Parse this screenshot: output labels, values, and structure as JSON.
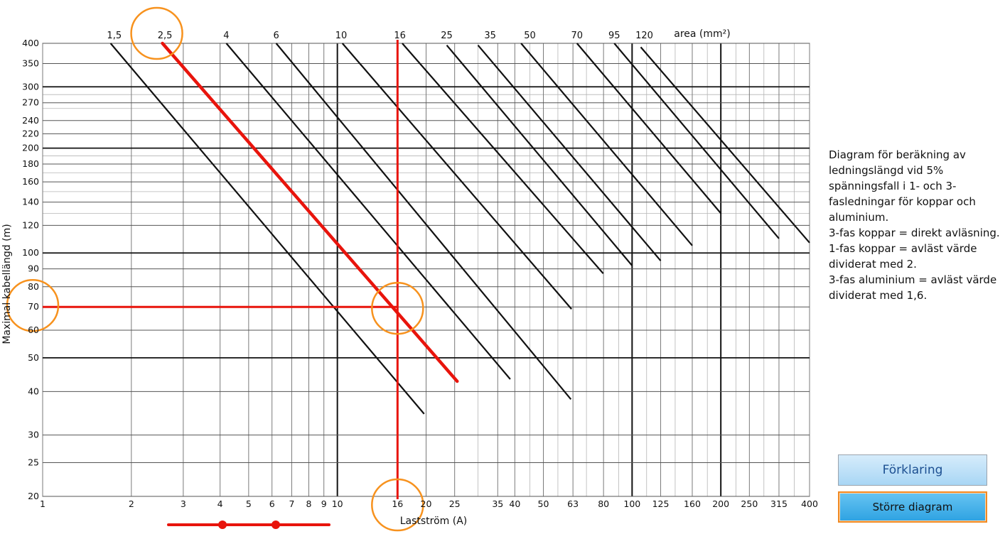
{
  "chart_data": {
    "type": "line",
    "x_scale": "log",
    "y_scale": "log",
    "xlim": [
      1,
      400
    ],
    "ylim": [
      20,
      400
    ],
    "xlabel": "Lastström (A)",
    "ylabel": "Maximal kabellängd (m)",
    "area_label": "area (mm²)",
    "grid": true,
    "x_ticks": [
      1,
      2,
      3,
      4,
      5,
      6,
      7,
      8,
      9,
      10,
      16,
      20,
      25,
      35,
      40,
      50,
      63,
      80,
      100,
      125,
      160,
      200,
      250,
      315,
      400
    ],
    "x_tick_labels": [
      "1",
      "2",
      "3",
      "4",
      "5",
      "6",
      "7",
      "8",
      "9",
      "10",
      "16",
      "20",
      "25",
      "35",
      "40",
      "50",
      "63",
      "80",
      "100",
      "125",
      "160",
      "200",
      "250",
      "315",
      "400"
    ],
    "y_ticks": [
      20,
      25,
      30,
      40,
      50,
      60,
      70,
      80,
      90,
      100,
      120,
      140,
      160,
      180,
      200,
      220,
      240,
      270,
      300,
      350,
      400
    ],
    "y_tick_labels": [
      "20",
      "25",
      "30",
      "40",
      "50",
      "60",
      "70",
      "80",
      "90",
      "100",
      "120",
      "140",
      "160",
      "180",
      "200",
      "220",
      "240",
      "270",
      "300",
      "350",
      "400"
    ],
    "area_labels": [
      {
        "text": "1,5",
        "x": 1.75
      },
      {
        "text": "2,5",
        "x": 2.6
      },
      {
        "text": "4",
        "x": 4.2
      },
      {
        "text": "6",
        "x": 6.2
      },
      {
        "text": "10",
        "x": 10.3
      },
      {
        "text": "16",
        "x": 16.3
      },
      {
        "text": "25",
        "x": 23.5
      },
      {
        "text": "35",
        "x": 33
      },
      {
        "text": "50",
        "x": 45
      },
      {
        "text": "70",
        "x": 65
      },
      {
        "text": "95",
        "x": 87
      },
      {
        "text": "120",
        "x": 110
      }
    ],
    "series": [
      {
        "area": "1,5",
        "x": [
          1.7,
          19.7
        ],
        "y": [
          400,
          34.5
        ]
      },
      {
        "area": "4",
        "x": [
          4.2,
          38.6
        ],
        "y": [
          400,
          43.4
        ]
      },
      {
        "area": "6",
        "x": [
          6.2,
          62
        ],
        "y": [
          400,
          38
        ]
      },
      {
        "area": "10",
        "x": [
          10.4,
          62.3
        ],
        "y": [
          400,
          69
        ]
      },
      {
        "area": "16",
        "x": [
          16.6,
          79.8
        ],
        "y": [
          400,
          87.3
        ]
      },
      {
        "area": "25",
        "x": [
          23.5,
          100
        ],
        "y": [
          395,
          92
        ]
      },
      {
        "area": "35",
        "x": [
          30,
          125
        ],
        "y": [
          395,
          95
        ]
      },
      {
        "area": "50",
        "x": [
          42,
          160
        ],
        "y": [
          400,
          105
        ]
      },
      {
        "area": "70",
        "x": [
          65,
          200
        ],
        "y": [
          400,
          130
        ]
      },
      {
        "area": "95",
        "x": [
          87,
          315
        ],
        "y": [
          400,
          110
        ]
      },
      {
        "area": "120",
        "x": [
          107,
          400
        ],
        "y": [
          390,
          107
        ]
      },
      {
        "area": "2,5",
        "x": [
          2.55,
          25.5
        ],
        "y": [
          400,
          42.8
        ],
        "highlight": true,
        "color": "#e8140c"
      }
    ],
    "highlight": {
      "current": 16,
      "length": 70,
      "color": "#e8140c",
      "marker_color": "#f7921e"
    },
    "bold_x_lines": [
      10,
      100,
      200
    ],
    "bold_y_lines": [
      50,
      100,
      200,
      300
    ]
  },
  "description": [
    "Diagram för beräkning av ledningslängd vid 5% spänningsfall i 1- och 3-fasledningar för koppar och aluminium.",
    "3-fas koppar = direkt avläsning.",
    "1-fas koppar = avläst värde dividerat med 2.",
    "3-fas aluminium = avläst värde dividerat med 1,6."
  ],
  "buttons": {
    "explain_label": "Förklaring",
    "bigger_label": "Större diagram"
  },
  "slider": {
    "color": "#e8140c",
    "handles": 2
  }
}
